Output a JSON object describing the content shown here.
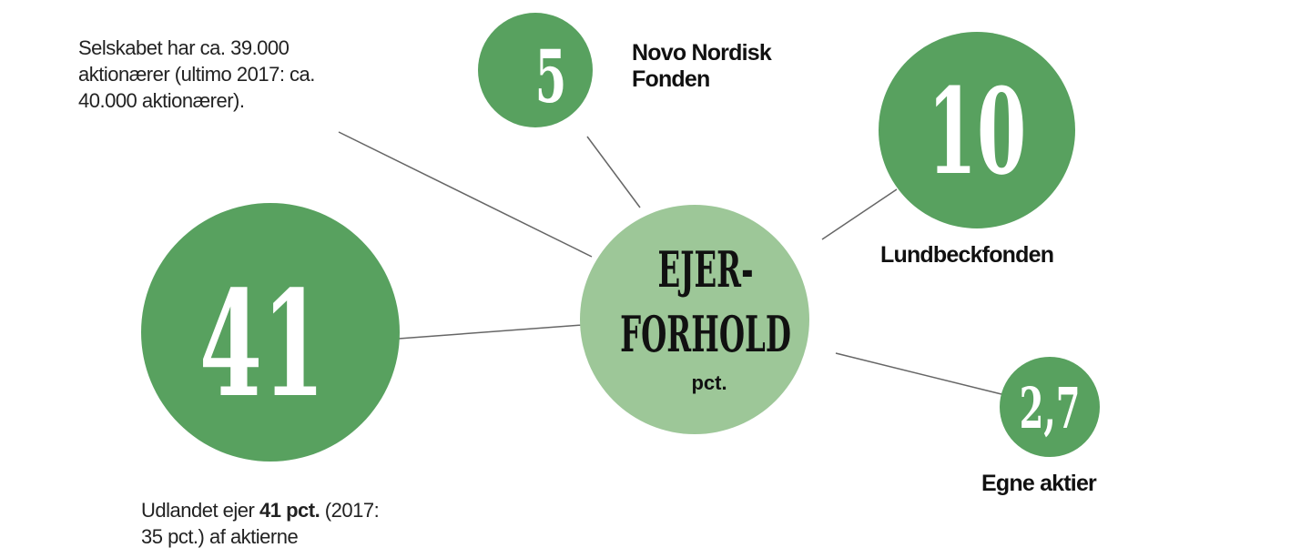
{
  "colors": {
    "dark_green": "#58a15f",
    "light_green": "#9dc798",
    "line": "#666666"
  },
  "center": {
    "line1": "EJER-",
    "line2": "FORHOLD",
    "unit": "pct."
  },
  "holders": [
    {
      "value": "41",
      "label_before": "Udlandet ejer ",
      "label_bold": "41 pct.",
      "label_after": " (2017:",
      "label_line2": "35 pct.) af aktierne"
    },
    {
      "value": "5",
      "label_line1": "Novo Nordisk",
      "label_line2": "Fonden"
    },
    {
      "value": "10",
      "label": "Lundbeckfonden"
    },
    {
      "value": "2,7",
      "label": "Egne aktier"
    }
  ],
  "note": {
    "line1": "Selskabet har ca. 39.000",
    "line2": "aktionærer (ultimo 2017: ca.",
    "line3": "40.000 aktionærer)."
  }
}
